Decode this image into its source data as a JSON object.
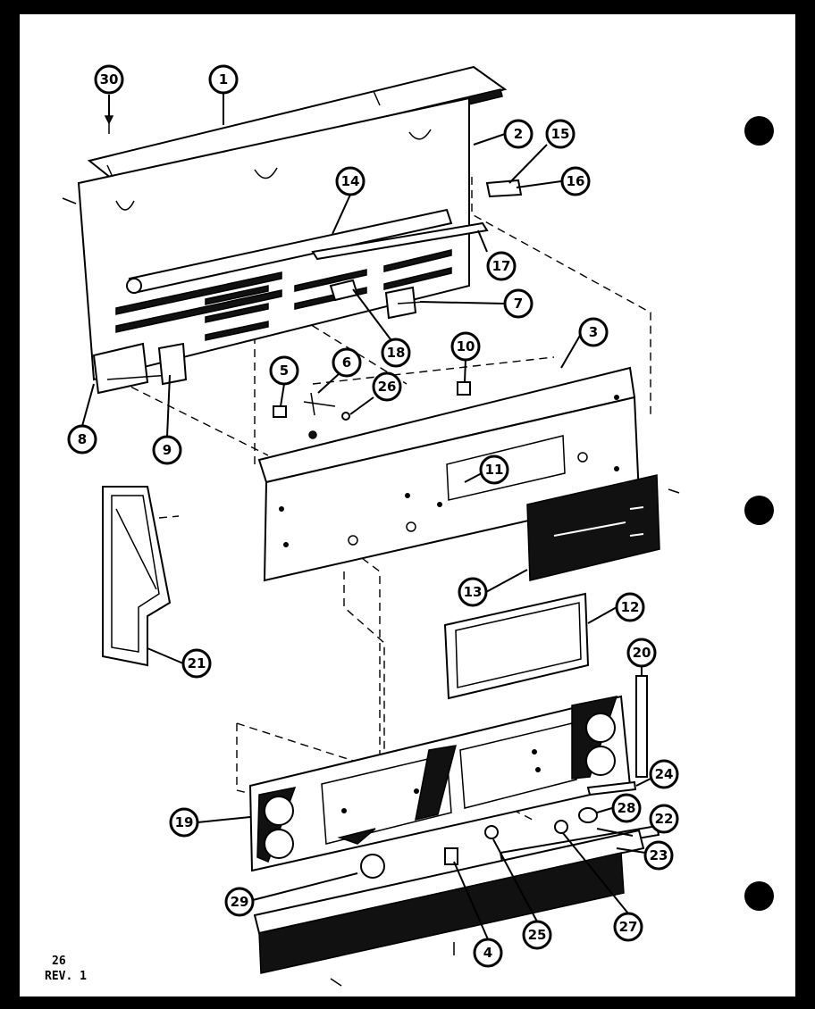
{
  "sheet": {
    "page_number": "26",
    "revision": "REV. 1"
  },
  "callouts": [
    {
      "id": "1",
      "label": "1"
    },
    {
      "id": "2",
      "label": "2"
    },
    {
      "id": "3",
      "label": "3"
    },
    {
      "id": "4",
      "label": "4"
    },
    {
      "id": "5",
      "label": "5"
    },
    {
      "id": "6",
      "label": "6"
    },
    {
      "id": "7",
      "label": "7"
    },
    {
      "id": "8",
      "label": "8"
    },
    {
      "id": "9",
      "label": "9"
    },
    {
      "id": "10",
      "label": "10"
    },
    {
      "id": "11",
      "label": "11"
    },
    {
      "id": "12",
      "label": "12"
    },
    {
      "id": "13",
      "label": "13"
    },
    {
      "id": "14",
      "label": "14"
    },
    {
      "id": "15",
      "label": "15"
    },
    {
      "id": "16",
      "label": "16"
    },
    {
      "id": "17",
      "label": "17"
    },
    {
      "id": "18",
      "label": "18"
    },
    {
      "id": "19",
      "label": "19"
    },
    {
      "id": "20",
      "label": "20"
    },
    {
      "id": "21",
      "label": "21"
    },
    {
      "id": "22",
      "label": "22"
    },
    {
      "id": "23",
      "label": "23"
    },
    {
      "id": "24",
      "label": "24"
    },
    {
      "id": "25",
      "label": "25"
    },
    {
      "id": "26",
      "label": "26"
    },
    {
      "id": "27",
      "label": "27"
    },
    {
      "id": "28",
      "label": "28"
    },
    {
      "id": "29",
      "label": "29"
    },
    {
      "id": "30",
      "label": "30"
    }
  ]
}
